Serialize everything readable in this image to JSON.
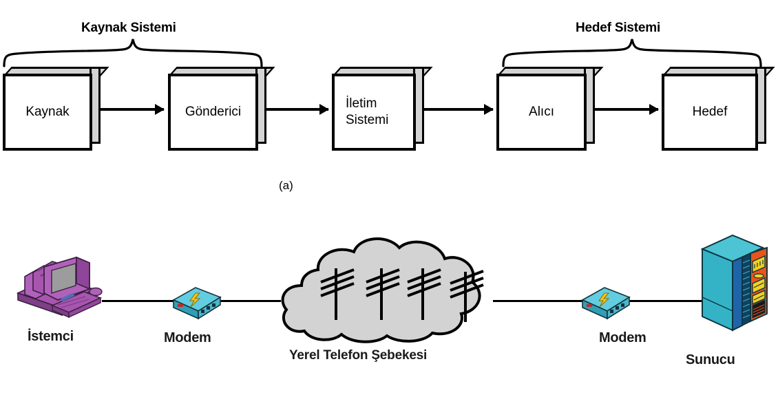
{
  "figure": {
    "panel_a": {
      "group_labels": [
        {
          "text": "Kaynak Sistemi"
        },
        {
          "text": "Hedef Sistemi"
        }
      ],
      "blocks": [
        {
          "label": "Kaynak"
        },
        {
          "label": "Gönderici"
        },
        {
          "label": "İletim\nSistemi"
        },
        {
          "label": "Alıcı"
        },
        {
          "label": "Hedef"
        }
      ],
      "caption": "(a)"
    },
    "panel_b": {
      "nodes": [
        {
          "label": "İstemci",
          "icon": "desktop-computer-icon"
        },
        {
          "label": "Modem",
          "icon": "modem-icon"
        },
        {
          "label": "Yerel Telefon Şebekesi",
          "icon": "cloud-telephone-network-icon"
        },
        {
          "label": "Modem",
          "icon": "modem-icon"
        },
        {
          "label": "Sunucu",
          "icon": "server-tower-icon"
        }
      ]
    }
  },
  "colors": {
    "line": "#000000",
    "box_face": "#ffffff",
    "box_shade": "#d4d4d4",
    "cloud_fill": "#d3d3d3",
    "computer_purple": "#a855b0",
    "computer_purple_dark": "#7e3f87",
    "computer_screen": "#9c9c9c",
    "modem_cyan": "#62cde0",
    "modem_cyan_dark": "#2f9fb5",
    "modem_bolt": "#f5c518",
    "server_teal": "#35b3c6",
    "server_blue": "#1f64a8",
    "server_orange": "#e8541c",
    "server_yellow": "#f2d022"
  }
}
